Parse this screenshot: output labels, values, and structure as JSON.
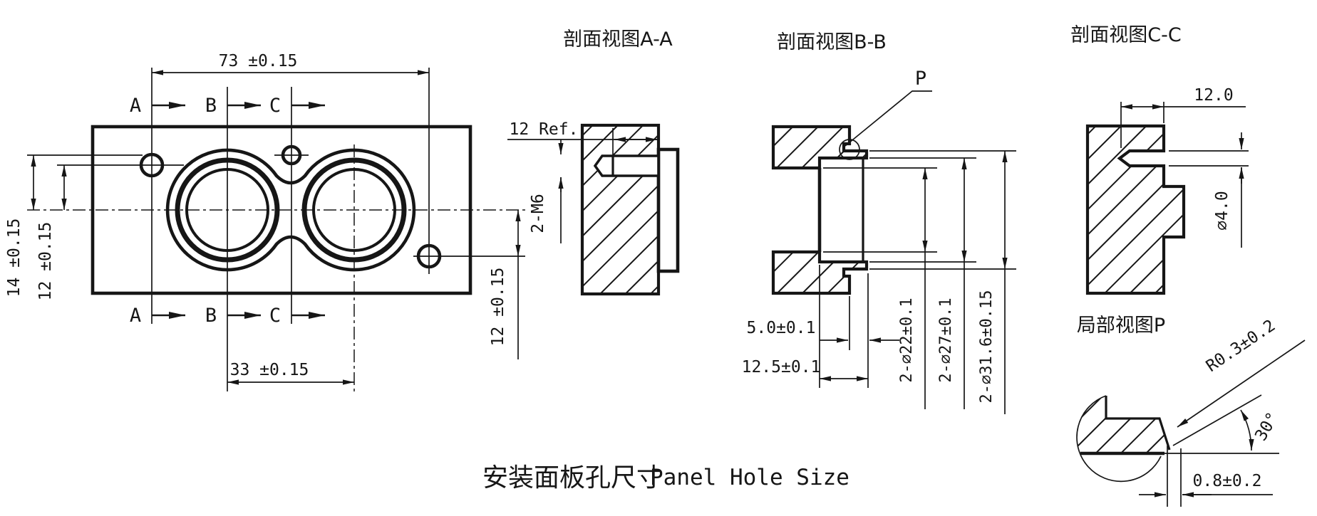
{
  "drawing": {
    "caption_zh": "安装面板孔尺寸",
    "caption_en": "Panel Hole Size",
    "front": {
      "dim_width": "73 ±0.15",
      "dim_spacing": "33 ±0.15",
      "dim_height_14": "14 ±0.15",
      "dim_height_12": "12 ±0.15",
      "dim_right_12": "12 ±0.15",
      "sections": [
        "A",
        "B",
        "C"
      ]
    },
    "section_aa": {
      "title": "剖面视图A-A",
      "dim_depth_ref": "12 Ref.",
      "thread_label": "2-M6"
    },
    "section_bb": {
      "title": "剖面视图B-B",
      "detail_label": "P",
      "dim_boss_height": "5.0±0.1",
      "dim_bore_depth": "12.5±0.1",
      "dim_d22": "2-∅22±0.1",
      "dim_d27": "2-∅27±0.1",
      "dim_d316": "2-∅31.6±0.15"
    },
    "section_cc": {
      "title": "剖面视图C-C",
      "dim_slot_width": "12.0",
      "dim_slot_height": "∅4.0"
    },
    "detail_p": {
      "title": "局部视图P",
      "dim_radius": "R0.3±0.2",
      "dim_angle": "30°",
      "dim_land": "0.8±0.2"
    }
  }
}
